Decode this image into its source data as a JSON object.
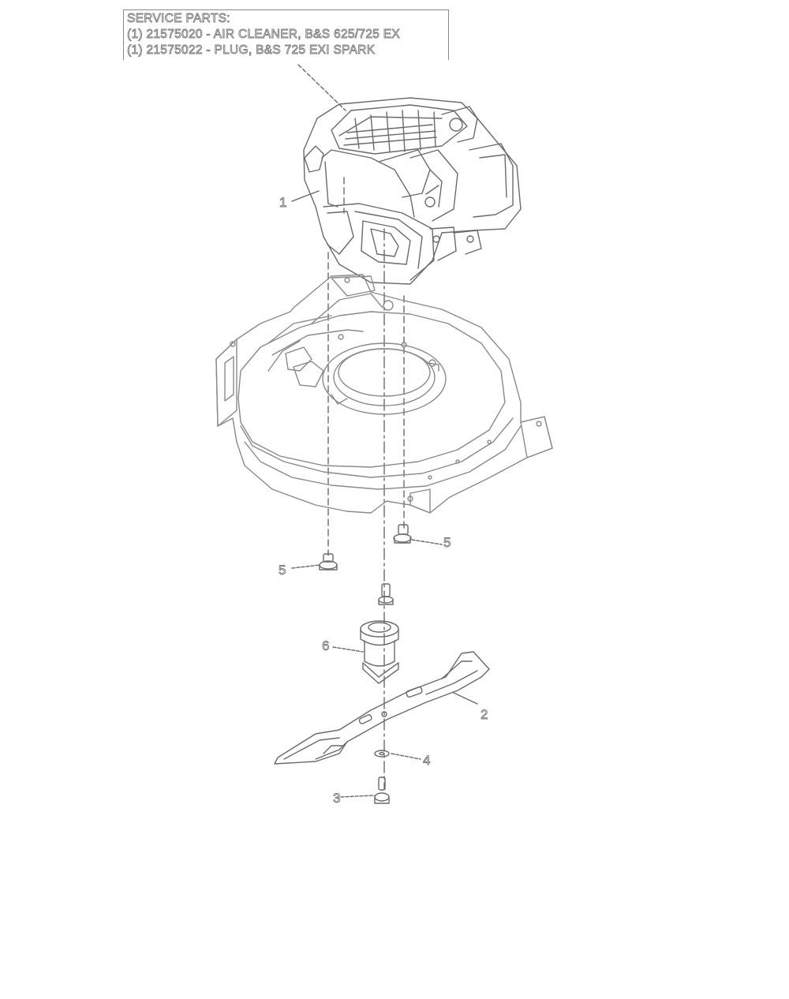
{
  "service_parts": {
    "title": "SERVICE PARTS:",
    "lines": [
      "(1) 21575020 - AIR CLEANER, B&S 625/725 EX",
      "(1) 21575022 - PLUG, B&S 725 EXI SPARK"
    ]
  },
  "callouts": {
    "c1": "1",
    "c2": "2",
    "c3": "3",
    "c4": "4",
    "c5a": "5",
    "c5b": "5",
    "c6": "6"
  }
}
